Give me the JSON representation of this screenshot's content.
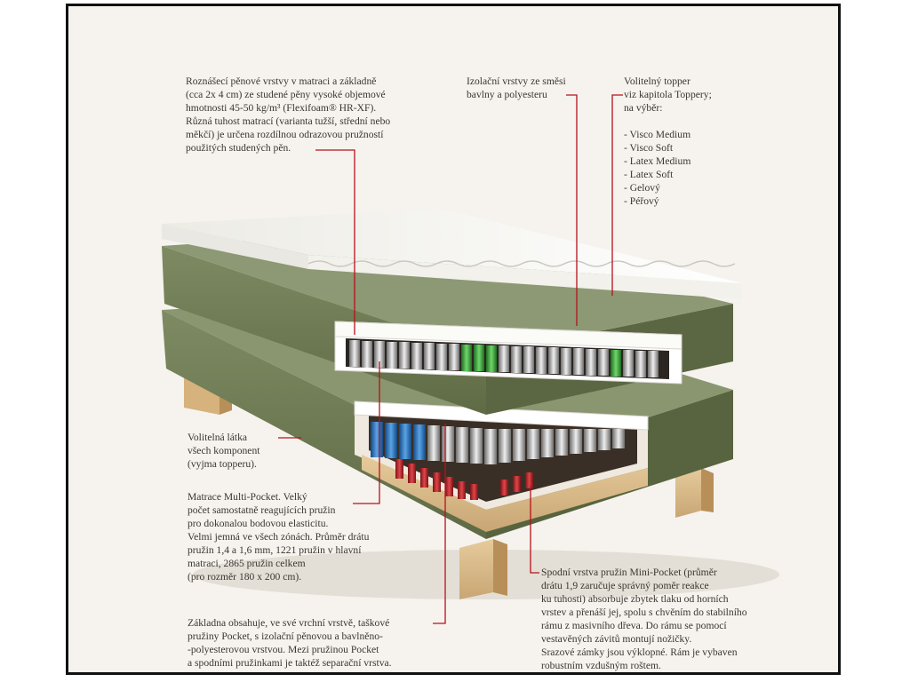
{
  "colors": {
    "background": "#f6f3ee",
    "frame_border": "#111111",
    "leader_line": "#b5121b",
    "fabric_green": "#6f7c55",
    "fabric_green_dark": "#56613f",
    "foam_white": "#f7f7f3",
    "wood": "#d8b98a",
    "spring_green": "#3a9d3a",
    "spring_blue": "#2c6fb3",
    "spring_red": "#b3272a",
    "text": "#3a3530"
  },
  "annotations": {
    "foam_layers": {
      "lines": [
        "Roznášecí pěnové vrstvy v matraci a základně",
        "(cca 2x 4 cm) ze studené pěny vysoké objemové",
        "hmotnosti 45-50 kg/m³ (Flexifoam® HR-XF).",
        "Různá tuhost matrací (varianta tužší, střední nebo",
        "měkčí) je určena rozdílnou odrazovou pružností",
        "použitých studených pěn."
      ]
    },
    "insulation_layers": {
      "lines": [
        "Izolační vrstvy ze směsi",
        "bavlny a polyesteru"
      ]
    },
    "topper": {
      "lines": [
        "Volitelný topper",
        "viz kapitola Toppery;",
        "na výběr:"
      ],
      "options": [
        "- Visco Medium",
        "- Visco Soft",
        "- Latex Medium",
        "- Latex Soft",
        "- Gelový",
        "- Péřový"
      ]
    },
    "fabric": {
      "lines": [
        "Volitelná látka",
        "všech komponent",
        "(vyjma topperu)."
      ]
    },
    "multi_pocket": {
      "lines": [
        "Matrace Multi-Pocket. Velký",
        "počet samostatně reagujících pružin",
        "pro dokonalou bodovou elasticitu.",
        "Velmi jemná ve všech zónách. Průměr drátu",
        "pružin 1,4 a 1,6 mm, 1221 pružin v hlavní",
        "matraci, 2865 pružin celkem",
        "(pro rozměr 180 x 200 cm)."
      ]
    },
    "base": {
      "lines": [
        "Základna obsahuje, ve své vrchní vrstvě, taškové",
        "pružiny Pocket, s izolační pěnovou a bavlněno-",
        "-polyesterovou vrstvou. Mezi pružinou Pocket",
        "a spodními pružinkami je taktéž separační vrstva."
      ]
    },
    "mini_pocket": {
      "lines": [
        "Spodní vrstva pružin Mini-Pocket (průměr",
        "drátu 1,9 zaručuje správný poměr reakce",
        "ku tuhosti) absorbuje zbytek tlaku od horních",
        "vrstev a přenáší jej, spolu s chvěním do stabilního",
        "rámu z masivního dřeva. Do rámu se pomocí",
        "vestavěných závitů montují nožičky.",
        "Srazové zámky jsou výklopné. Rám je vybaven",
        "robustním vzdušným roštem."
      ]
    }
  }
}
